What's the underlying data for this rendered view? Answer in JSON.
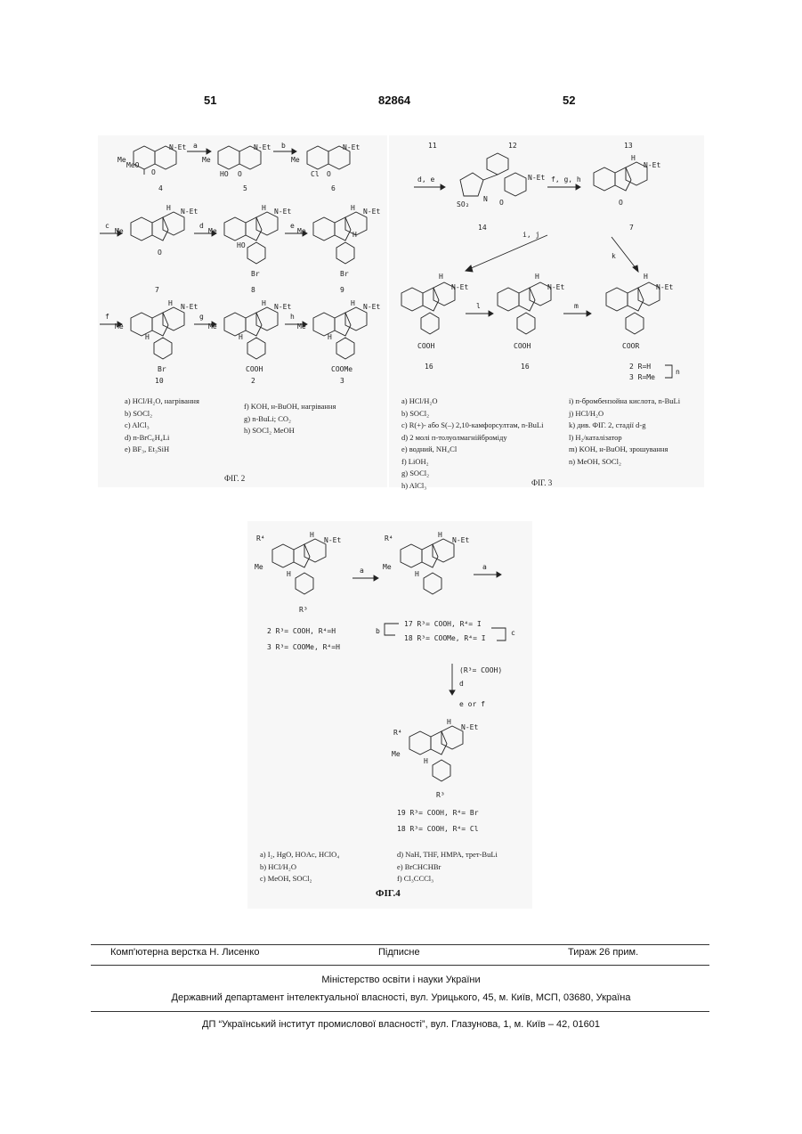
{
  "header": {
    "left": "51",
    "center": "82864",
    "right": "52"
  },
  "fig2": {
    "caption": "ФІГ. 2",
    "compounds": [
      "4",
      "5",
      "6",
      "7",
      "8",
      "9",
      "10",
      "2",
      "3"
    ],
    "arrows": [
      "a",
      "b",
      "c",
      "d",
      "e",
      "f",
      "g",
      "h"
    ],
    "struct_labels": {
      "s4_me": "Me",
      "s4_meo": "MeO",
      "s4_o": "O",
      "s4_net": "N-Et",
      "s5_me": "Me",
      "s5_ho": "HO",
      "s5_o": "O",
      "s5_net": "N-Et",
      "s6_me": "Me",
      "s6_cl": "Cl",
      "s6_o": "O",
      "s6_net": "N-Et",
      "s7_me": "Me",
      "s7_h": "H",
      "s7_o": "O",
      "s7_net": "N-Et",
      "s8_me": "Me",
      "s8_h": "H",
      "s8_ho": "HO",
      "s8_br": "Br",
      "s8_net": "N-Et",
      "s9_me": "Me",
      "s9_h": "H",
      "s9_h2": "H",
      "s9_br": "Br",
      "s9_net": "N-Et",
      "s10_me": "Me",
      "s10_h": "H",
      "s10_h2": "H",
      "s10_br": "Br",
      "s10_net": "N-Et",
      "s2_me": "Me",
      "s2_h": "H",
      "s2_h2": "H",
      "s2_cooh": "COOH",
      "s2_net": "N-Et",
      "s3_me": "Me",
      "s3_h": "H",
      "s3_h2": "H",
      "s3_coome": "COOMe",
      "s3_net": "N-Et"
    },
    "legend_left": [
      "a)  HCl/H₂O, нагрівання",
      "b)  SOCl₂",
      "c)  AlCl₃",
      "d)  п-BrC₆H₄Li",
      "e)  BF₃, Et₃SiH"
    ],
    "legend_right": [
      "f)  KOH, н-BuOH, нагрівання",
      "g)  n-BuLi; CO₂",
      "h)  SOCl₂ MeOH"
    ]
  },
  "fig3": {
    "caption": "ФІГ. 3",
    "compounds_top": [
      "11",
      "12",
      "13"
    ],
    "compound_14": "14",
    "compound_7": "7",
    "arrow_de": "d, e",
    "arrow_fgh": "f, g, h",
    "arrow_ij": "i, j",
    "arrow_k": "k",
    "arrow_l": "l",
    "arrow_m": "m",
    "arrow_n": "n",
    "bottom_labels": [
      "16",
      "16"
    ],
    "r_labels": [
      "2 R=H",
      "3 R=Me"
    ],
    "struct_labels": {
      "so2": "SO₂",
      "n14": "N",
      "o14": "O",
      "net14": "N-Et",
      "h7": "H",
      "o7": "O",
      "net7": "N-Et",
      "h16a": "H",
      "net16a": "N-Et",
      "cooh16a": "COOH",
      "h16b": "H",
      "net16b": "N-Et",
      "cooh16b": "COOH",
      "h2": "H",
      "net2": "N-Et",
      "coor2": "COOR"
    },
    "legend_left": [
      "a)  HCl/H₂O",
      "b)  SOCl₂",
      "c)  R(+)- або S(–) 2,10-камфорсултам, n-BuLi",
      "d)  2 молі п-толуолмагнійброміду",
      "e)  водний, NH₄Cl",
      "f)  LiOH₂",
      "g)  SOCl₂",
      "h)  AlCl₃"
    ],
    "legend_right": [
      "i)  п-бромбензойна кислота, n-BuLi",
      "j)  HCl/H₂O",
      "k)  див. ФІГ. 2, стадії d-g",
      "l)  H₂/каталізатор",
      "m)  KOH, н-BuOH, зрошування",
      "n)  MeOH, SOCl₂"
    ]
  },
  "fig4": {
    "caption": "ФІГ.4",
    "arrow_a1": "a",
    "arrow_a2": "a",
    "arrow_b": "b",
    "arrow_c": "c",
    "arrow_d": "d",
    "cond_r3": "(R³= COOH)",
    "cond_eorf": "e or f",
    "struct_labels": {
      "sA_r4": "R⁴",
      "sA_me": "Me",
      "sA_h": "H",
      "sA_h2": "H",
      "sA_r3": "R³",
      "sA_net": "N-Et",
      "sB_r4": "R⁴",
      "sB_me": "Me",
      "sB_h": "H",
      "sB_h2": "H",
      "sB_net": "N-Et",
      "sC_r4": "R⁴",
      "sC_me": "Me",
      "sC_h": "H",
      "sC_h2": "H",
      "sC_r3": "R³",
      "sC_net": "N-Et"
    },
    "lines_left": [
      "2  R³= COOH,  R⁴=H",
      "3  R³= COOMe,  R⁴=H"
    ],
    "lines_mid": [
      "17  R³= COOH,  R⁴= I",
      "18  R³= COOMe,  R⁴= I"
    ],
    "lines_bottom": [
      "19  R³= COOH,  R⁴= Br",
      "18  R³= COOH,  R⁴= Cl"
    ],
    "legend_left": [
      "a)  I₂, HgO, HOAc, HClO₄",
      "b)  HCl/H₂O",
      "c)  MeOH, SOCl₂"
    ],
    "legend_right": [
      "d)  NaH, THF, HMPA, трет-BuLi",
      "e)  BrCHCHBr",
      "f)  Cl₃CCCl₃"
    ]
  },
  "footer": {
    "left": "Комп'ютерна верстка Н. Лисенко",
    "center": "Підписне",
    "right": "Тираж 26 прим.",
    "line2": "Міністерство освіти і науки України",
    "line3": "Державний департамент інтелектуальної власності, вул. Урицького, 45, м. Київ, МСП, 03680, Україна",
    "line4": "ДП “Український інститут промислової власності”, вул. Глазунова, 1, м. Київ – 42, 01601"
  }
}
